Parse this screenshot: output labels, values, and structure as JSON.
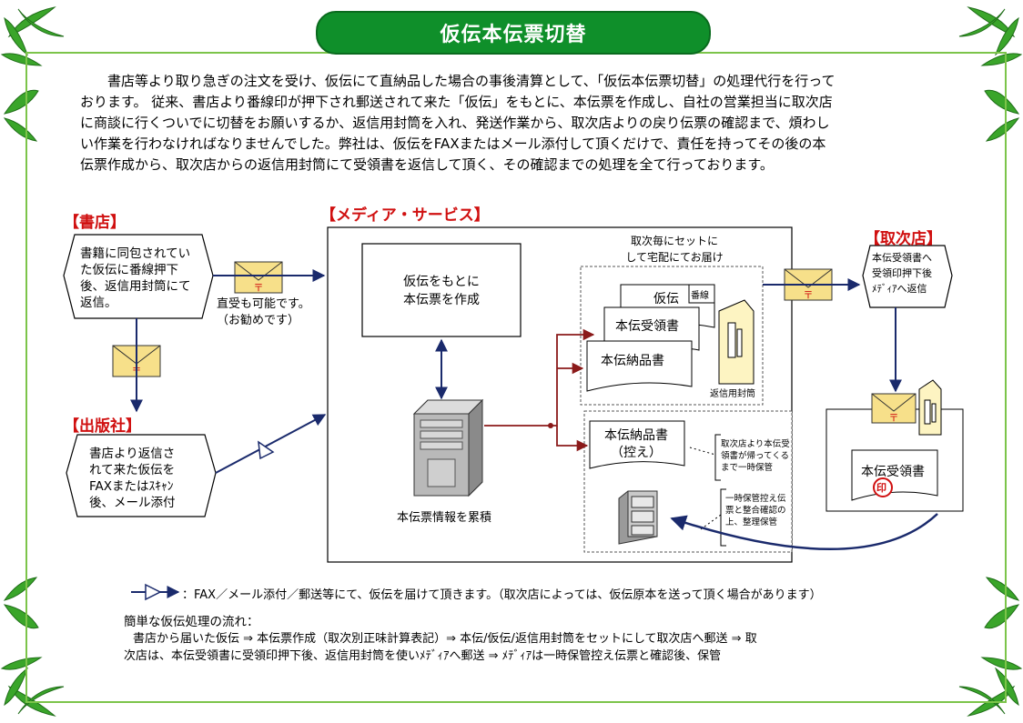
{
  "title": "仮伝本伝票切替",
  "intro": {
    "line1": "書店等より取り急ぎの注文を受け、仮伝にて直納品した場合の事後清算として、「仮伝本伝票切替」の処理代行を行って",
    "line2": "おります。 従来、書店より番線印が押下され郵送されて来た「仮伝」をもとに、本伝票を作成し、自社の営業担当に取次店",
    "line3": "に商談に行くついでに切替をお願いするか、返信用封筒を入れ、発送作業から、取次店よりの戻り伝票の確認まで、煩わし",
    "line4": "い作業を行わなければなりませんでした。弊社は、仮伝をFAXまたはメール添付して頂くだけで、責任を持ってその後の本",
    "line5": "伝票作成から、取次店からの返信用封筒にて受領書を返信して頂く、その確認までの処理を全て行っております。"
  },
  "bookstore": {
    "label": "【書店】",
    "text": "書籍に同包されてい\nた仮伝に番線押下\n後、返信用封筒にて\n返信。"
  },
  "direct_note": "直受も可能です。\n（お勧めです）",
  "publisher": {
    "label": "【出版社】",
    "text": "書店より返信さ\nれて来た仮伝を\nFAXまたはｽｷｬﾝ\n後、メール添付"
  },
  "media": {
    "label": "【メディア・サービス】",
    "process": "仮伝をもとに\n本伝票を作成",
    "server_caption": "本伝票情報を累積",
    "set_note": "取次毎にセットに\nして宅配にてお届け",
    "doc_kariden": "仮伝",
    "doc_bansen": "番線",
    "doc_juryosho": "本伝受領書",
    "doc_nohinsho": "本伝納品書",
    "envelope_caption": "返信用封筒",
    "copy_doc": "本伝納品書\n（控え）",
    "note_keep": "取次店より本伝受\n領書が帰ってくる\nまで一時保管",
    "note_check": "一時保管控え伝\n票と整合確認の\n上、整理保管"
  },
  "distributor": {
    "label": "【取次店】",
    "text": "本伝受領書へ\n受領印押下後\nﾒﾃﾞｨｱへ返信",
    "receipt": "本伝受領書",
    "stamp": "印"
  },
  "legend": "：FAX／メール添付／郵送等にて、仮伝を届けて頂きます。（取次店によっては、仮伝原本を送って頂く場合があります）",
  "flow": {
    "heading": "簡単な仮伝処理の流れ：",
    "line1": "書店から届いた仮伝 ⇒ 本伝票作成（取次別正味計算表記）⇒ 本伝/仮伝/返信用封筒をセットにして取次店へ郵送 ⇒ 取",
    "line2": "次店は、本伝受領書に受領印押下後、返信用封筒を使いﾒﾃﾞｨｱへ郵送 ⇒ ﾒﾃﾞｨｱは一時保管控え伝票と確認後、保管"
  },
  "colors": {
    "title_bg": "#0f8f2a",
    "frame": "#7cc44a",
    "label_red": "#d01010",
    "arrow_navy": "#1a2a6c",
    "arrow_maroon": "#8b1a1a",
    "envelope_fill": "#f7e08a",
    "leaf_green": "#3aa52a"
  },
  "icons": [
    "envelope-icon",
    "server-icon",
    "filing-cabinet-icon",
    "return-envelope-icon",
    "leaf-decoration-icon"
  ]
}
